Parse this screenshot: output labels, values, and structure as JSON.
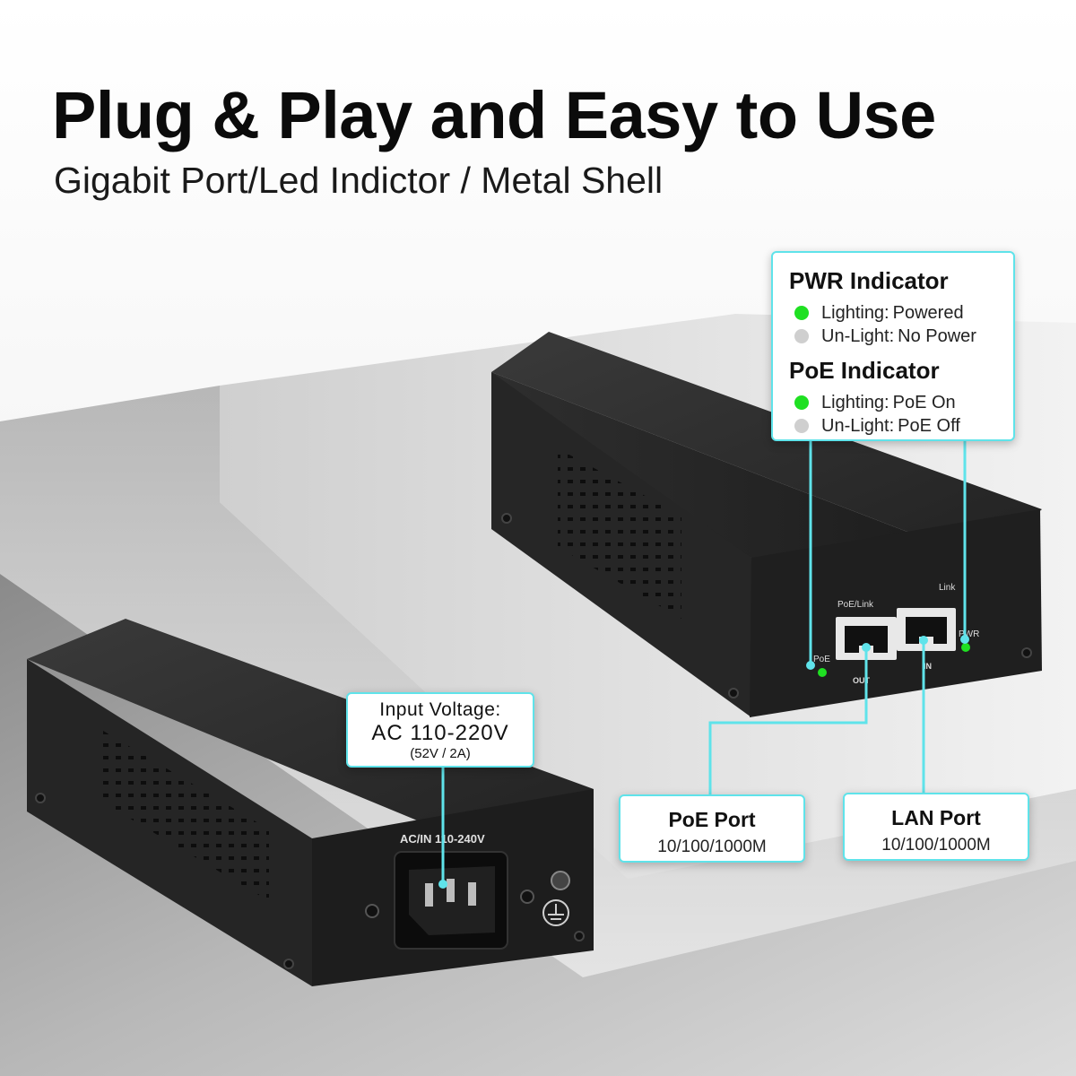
{
  "header": {
    "title": "Plug & Play and Easy to Use",
    "subtitle": "Gigabit Port/Led Indictor / Metal Shell"
  },
  "indicators": {
    "pwr_title": "PWR Indicator",
    "pwr_on": {
      "key": "Lighting:",
      "value": "Powered"
    },
    "pwr_off": {
      "key": "Un-Light:",
      "value": "No Power"
    },
    "poe_title": "PoE Indicator",
    "poe_on": {
      "key": "Lighting:",
      "value": "PoE On"
    },
    "poe_off": {
      "key": "Un-Light:",
      "value": "PoE Off"
    }
  },
  "input_voltage": {
    "label": "Input Voltage:",
    "range": "AC 110-220V",
    "spec": "(52V / 2A)"
  },
  "ports": {
    "poe": {
      "title": "PoE Port",
      "speed": "10/100/1000M"
    },
    "lan": {
      "title": "LAN Port",
      "speed": "10/100/1000M"
    }
  },
  "device_labels": {
    "poe_link": "PoE/Link",
    "link": "Link",
    "poe_led": "PoE",
    "pwr_led": "PWR",
    "out": "OUT",
    "in": "IN",
    "ac_in": "AC/IN 110-240V"
  },
  "colors": {
    "accent": "#5fe3ea",
    "led_on": "#1fe022",
    "led_off": "#cfcfcf",
    "device": "#2b2b2b"
  }
}
